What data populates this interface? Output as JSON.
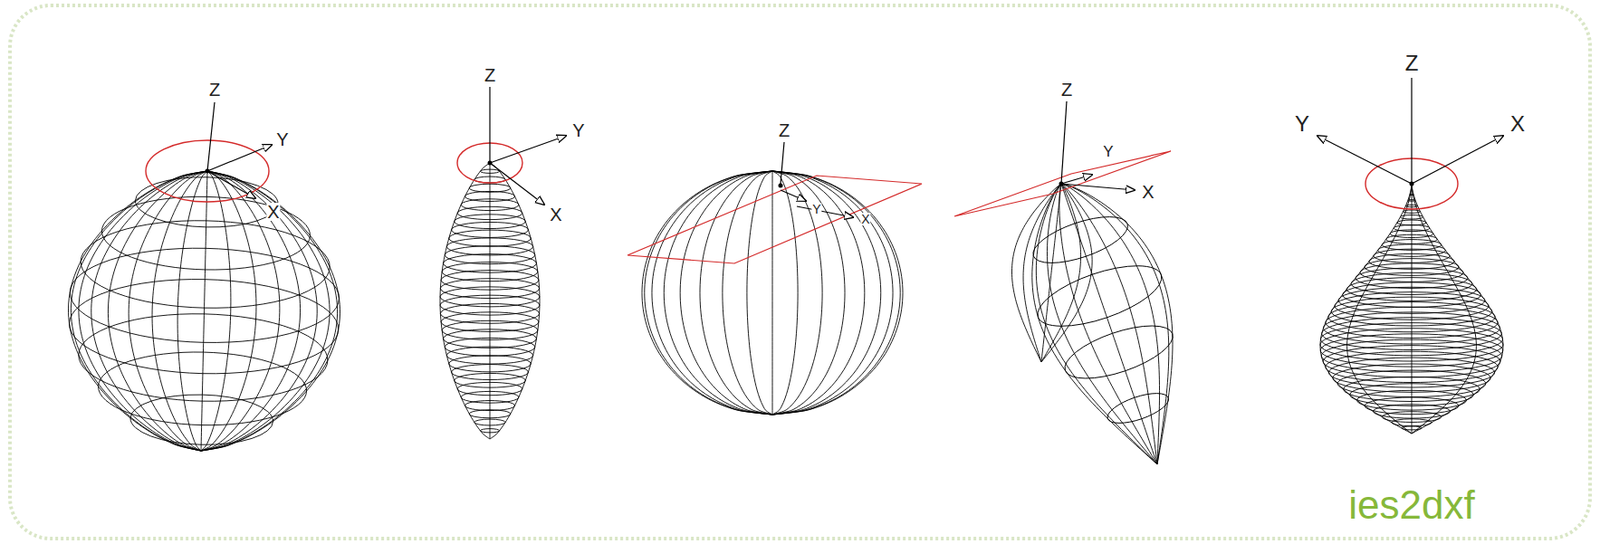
{
  "diagram": {
    "labels": [
      "Z",
      "Y",
      "X",
      "Z",
      "Y",
      "X",
      "Z",
      "Y",
      "X",
      "Z",
      "Y",
      "X",
      "Z",
      "Y",
      "X",
      "ies2dxf"
    ]
  }
}
